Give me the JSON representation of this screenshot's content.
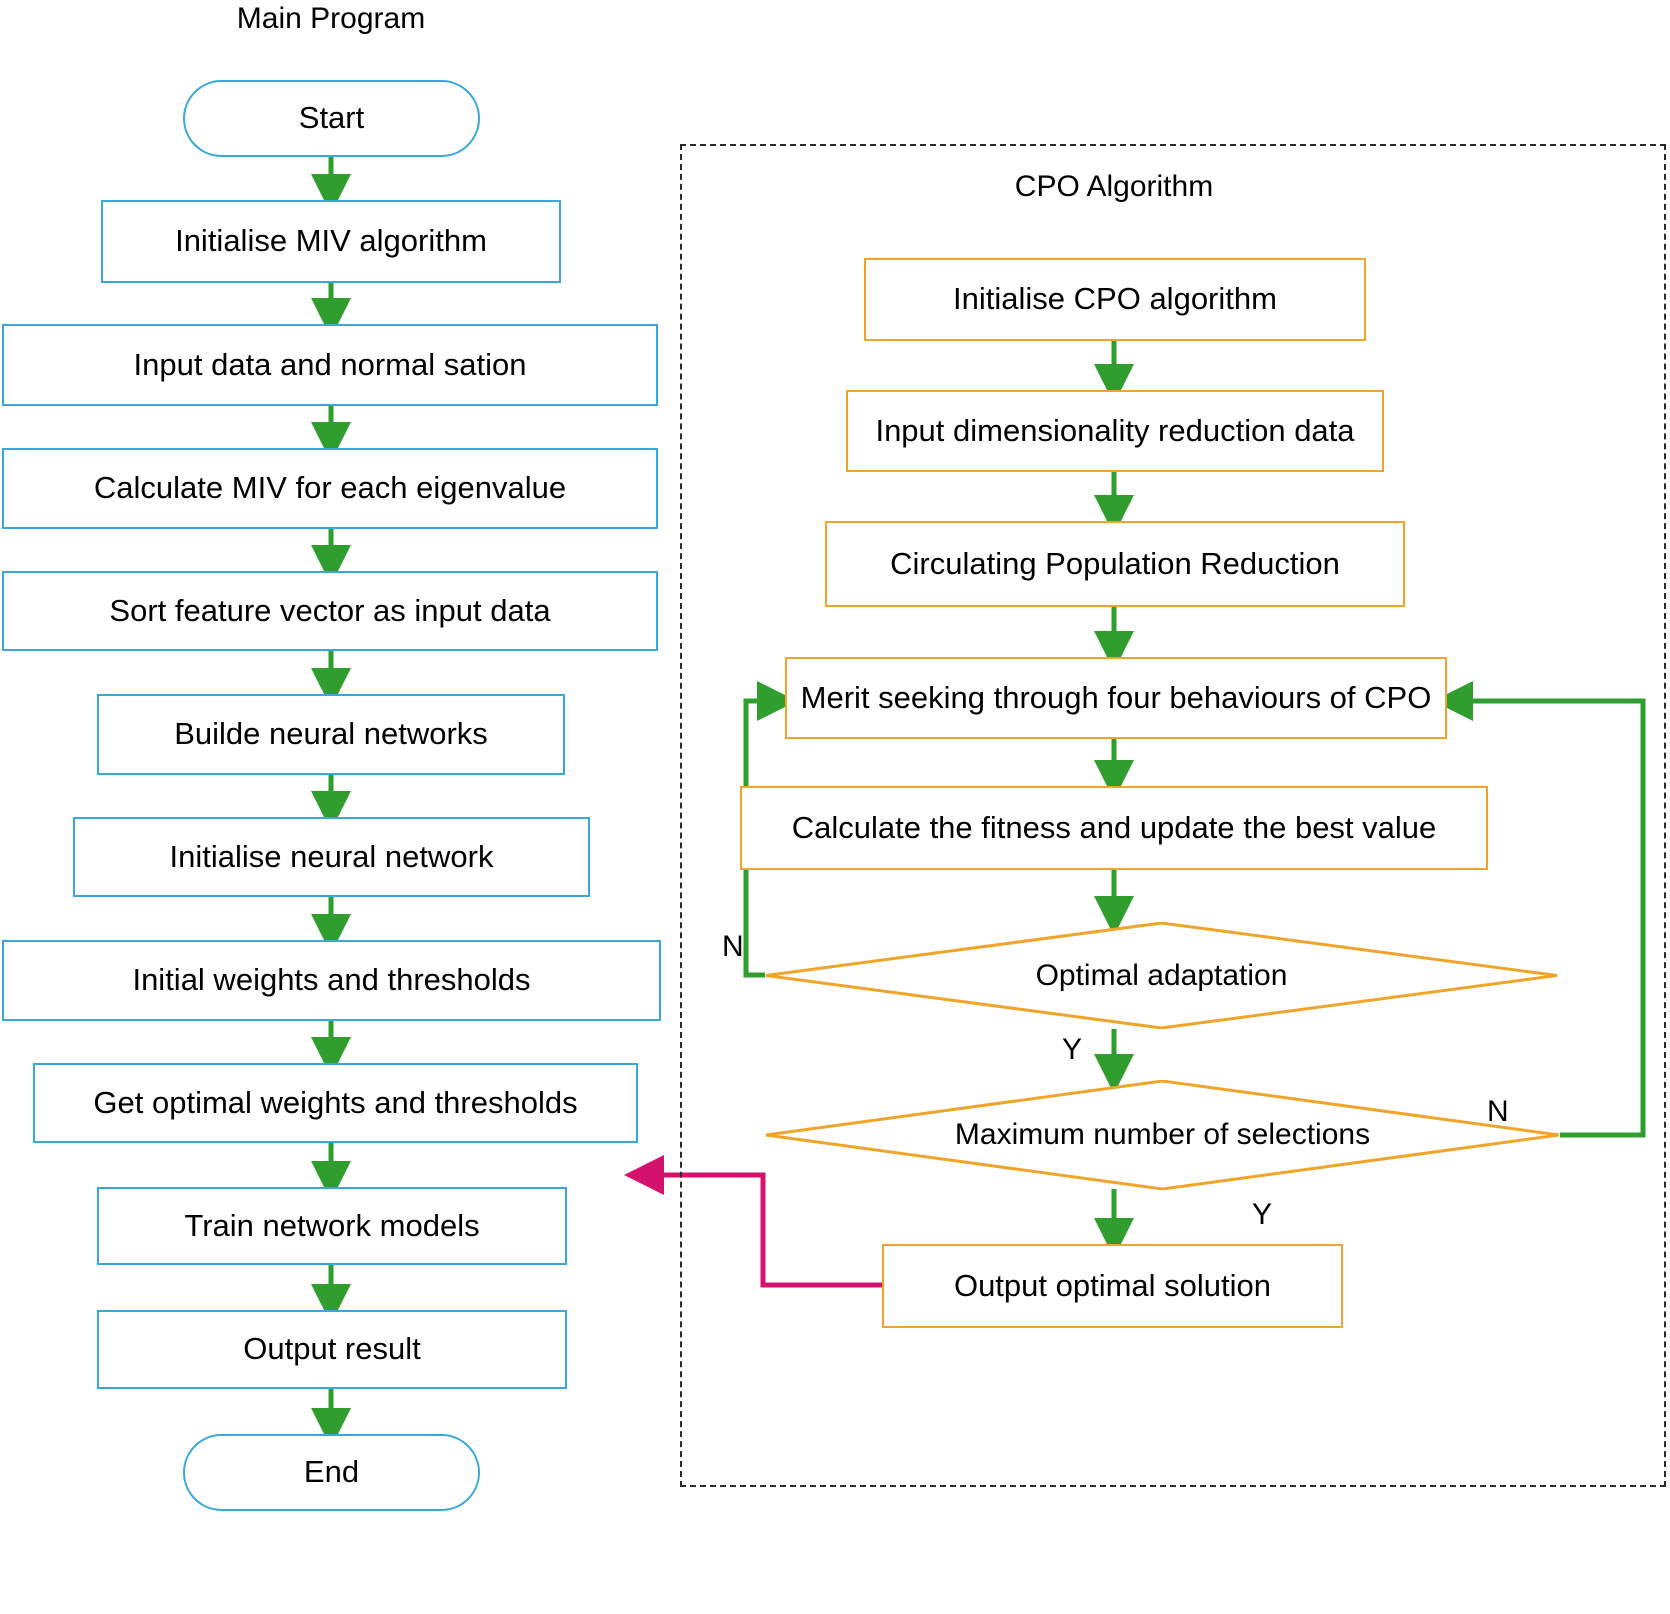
{
  "colors": {
    "blue_border": "#3aa7dc",
    "orange_border": "#f0a42a",
    "green_arrow": "#2f9e2f",
    "magenta_arrow": "#d4126e",
    "dashed_panel": "#2b2b2b",
    "text": "#000000",
    "background": "#ffffff"
  },
  "main_program": {
    "title": "Main Program",
    "nodes": [
      {
        "id": "start",
        "label": "Start",
        "shape": "capsule"
      },
      {
        "id": "init-miv",
        "label": "Initialise MIV algorithm",
        "shape": "rect"
      },
      {
        "id": "input-norm",
        "label": "Input data and normal sation",
        "shape": "rect"
      },
      {
        "id": "calc-miv",
        "label": "Calculate MIV for each eigenvalue",
        "shape": "rect"
      },
      {
        "id": "sort-feature",
        "label": "Sort feature vector as input data",
        "shape": "rect"
      },
      {
        "id": "build-nn",
        "label": "Builde neural networks",
        "shape": "rect"
      },
      {
        "id": "init-nn",
        "label": "Initialise neural network",
        "shape": "rect"
      },
      {
        "id": "init-weights",
        "label": "Initial weights and thresholds",
        "shape": "rect"
      },
      {
        "id": "get-optimal",
        "label": "Get optimal weights and thresholds",
        "shape": "rect"
      },
      {
        "id": "train-network",
        "label": "Train network models",
        "shape": "rect"
      },
      {
        "id": "output-result",
        "label": "Output result",
        "shape": "rect"
      },
      {
        "id": "end",
        "label": "End",
        "shape": "capsule"
      }
    ]
  },
  "cpo_algorithm": {
    "title": "CPO Algorithm",
    "nodes": [
      {
        "id": "init-cpo",
        "label": "Initialise CPO algorithm",
        "shape": "rect"
      },
      {
        "id": "input-dim",
        "label": "Input dimensionality reduction data",
        "shape": "rect"
      },
      {
        "id": "circ-pop",
        "label": "Circulating Population Reduction",
        "shape": "rect"
      },
      {
        "id": "merit-seeking",
        "label": "Merit seeking through four behaviours of CPO",
        "shape": "rect"
      },
      {
        "id": "calc-fitness",
        "label": "Calculate the fitness and update the best value",
        "shape": "rect"
      },
      {
        "id": "optimal-adapt",
        "label": "Optimal adaptation",
        "shape": "diamond"
      },
      {
        "id": "max-selections",
        "label": "Maximum number of selections",
        "shape": "diamond"
      },
      {
        "id": "output-optimal",
        "label": "Output optimal solution",
        "shape": "rect"
      }
    ],
    "edge_labels": {
      "optimal_adapt_no": "N",
      "optimal_adapt_yes": "Y",
      "max_selections_no": "N",
      "max_selections_yes": "Y"
    }
  }
}
